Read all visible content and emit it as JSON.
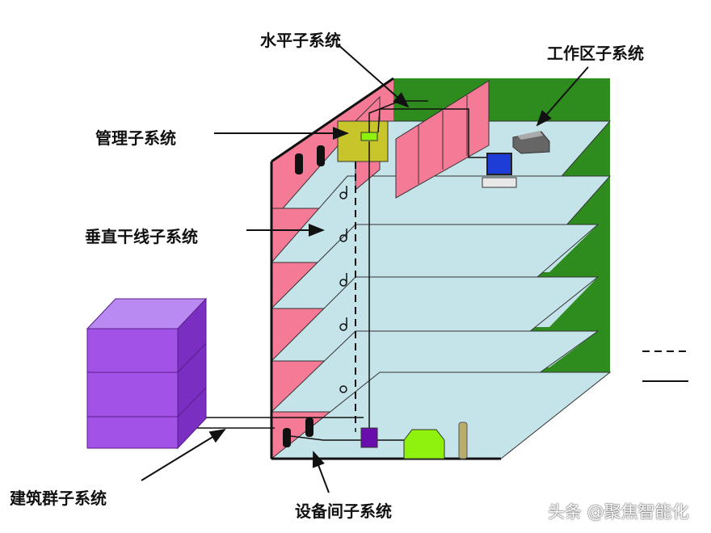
{
  "labels": {
    "horizontal": "水平子系统",
    "work_area": "工作区子系统",
    "management": "管理子系统",
    "vertical": "垂直干线子系统",
    "campus": "建筑群子系统",
    "equipment_room": "设备间子系统"
  },
  "watermark": "头条 @聚焦智能化",
  "colors": {
    "green": "#2e8b1e",
    "pink": "#f47a95",
    "floor": "#c5e4ea",
    "purple": "#a352e8",
    "olive": "#c7c52a",
    "lime": "#8ff20e"
  },
  "floors": 6
}
